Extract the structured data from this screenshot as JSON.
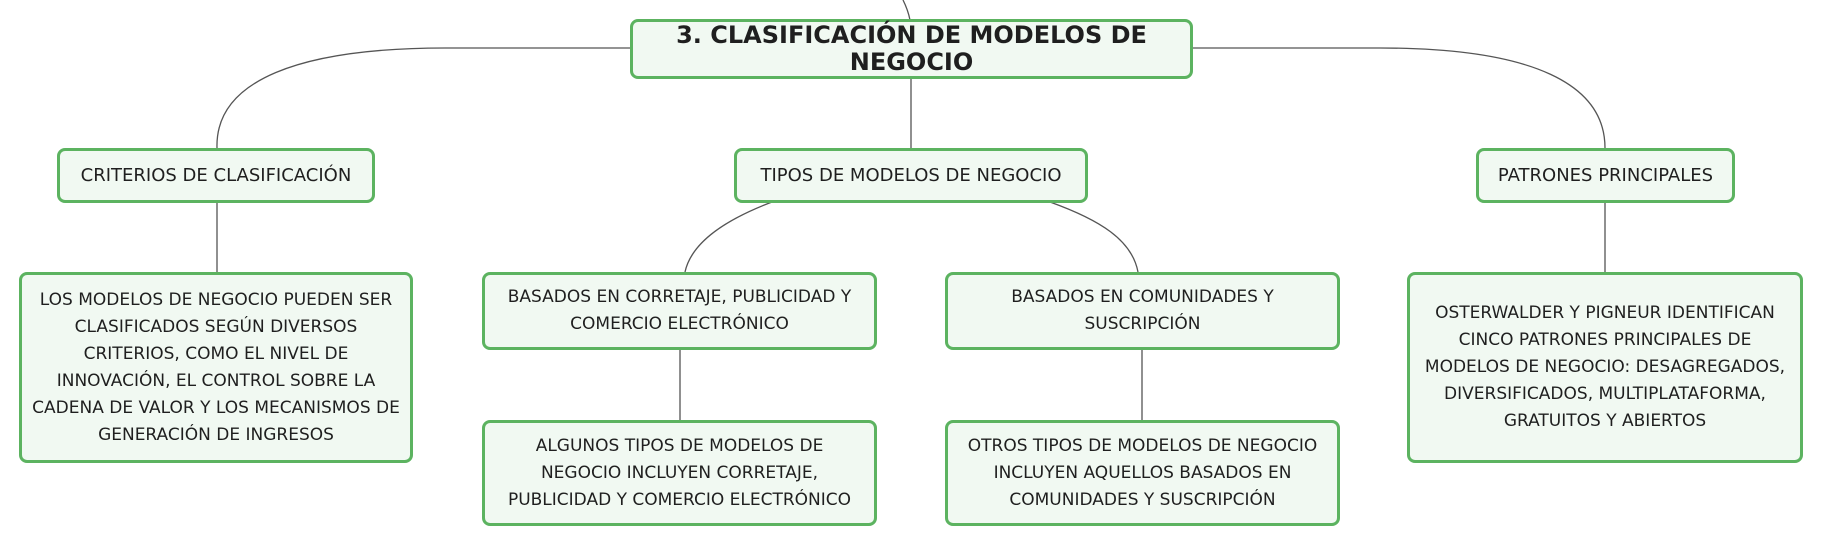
{
  "colors": {
    "node_border": "#5cb360",
    "node_fill": "#f1f9f2",
    "connector": "#555555",
    "text": "#1f1f1f"
  },
  "nodes": {
    "root": "3. CLASIFICACIÓN DE MODELOS DE NEGOCIO",
    "criterios": "CRITERIOS DE CLASIFICACIÓN",
    "tipos": "TIPOS DE MODELOS DE NEGOCIO",
    "patrones": "PATRONES PRINCIPALES",
    "criterios_detalle": "LOS MODELOS DE NEGOCIO PUEDEN SER CLASIFICADOS SEGÚN DIVERSOS CRITERIOS, COMO EL NIVEL DE INNOVACIÓN, EL CONTROL SOBRE LA CADENA DE VALOR Y LOS MECANISMOS DE GENERACIÓN DE INGRESOS",
    "corretaje": "BASADOS EN CORRETAJE, PUBLICIDAD Y COMERCIO ELECTRÓNICO",
    "comunidades": "BASADOS EN COMUNIDADES Y SUSCRIPCIÓN",
    "corretaje_detalle": "ALGUNOS TIPOS DE MODELOS DE NEGOCIO INCLUYEN CORRETAJE, PUBLICIDAD Y COMERCIO ELECTRÓNICO",
    "comunidades_detalle": "OTROS TIPOS DE MODELOS DE NEGOCIO INCLUYEN AQUELLOS BASADOS EN COMUNIDADES Y SUSCRIPCIÓN",
    "patrones_detalle": "OSTERWALDER Y PIGNEUR IDENTIFICAN CINCO PATRONES PRINCIPALES DE MODELOS DE NEGOCIO: DESAGREGADOS, DIVERSIFICADOS, MULTIPLATAFORMA, GRATUITOS Y ABIERTOS"
  }
}
